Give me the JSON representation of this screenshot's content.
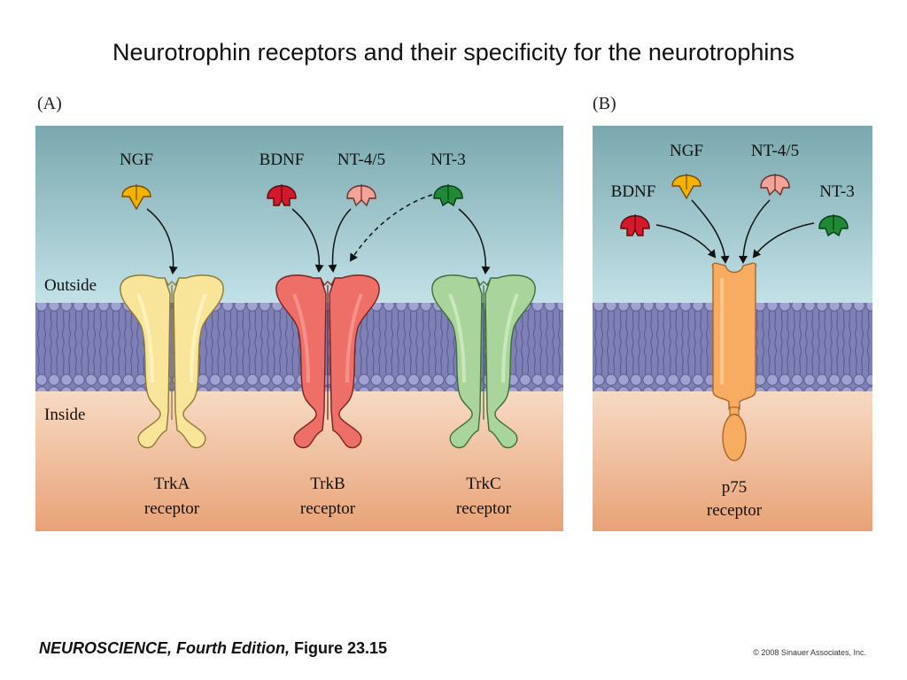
{
  "slide": {
    "title": "Neurotrophin receptors and their specificity for the neurotrophins"
  },
  "panel_a": {
    "letter": "(A)",
    "outside_label": "Outside",
    "inside_label": "Inside",
    "ligands": [
      {
        "id": "ngf",
        "label": "NGF",
        "color": "#f2b400"
      },
      {
        "id": "bdnf",
        "label": "BDNF",
        "color": "#d4192c"
      },
      {
        "id": "nt45",
        "label": "NT-4/5",
        "color": "#f4a39a"
      },
      {
        "id": "nt3",
        "label": "NT-3",
        "color": "#1e8a35"
      }
    ],
    "receptors": [
      {
        "id": "trka",
        "line1": "TrkA",
        "line2": "receptor",
        "color": "#f9e59a"
      },
      {
        "id": "trkb",
        "line1": "TrkB",
        "line2": "receptor",
        "color": "#ee6e68"
      },
      {
        "id": "trkc",
        "line1": "TrkC",
        "line2": "receptor",
        "color": "#a9d49c"
      }
    ]
  },
  "panel_b": {
    "letter": "(B)",
    "ligands": [
      {
        "id": "ngf",
        "label": "NGF",
        "color": "#f2b400"
      },
      {
        "id": "nt45",
        "label": "NT-4/5",
        "color": "#f4a39a"
      },
      {
        "id": "bdnf",
        "label": "BDNF",
        "color": "#d4192c"
      },
      {
        "id": "nt3",
        "label": "NT-3",
        "color": "#1e8a35"
      }
    ],
    "receptor": {
      "id": "p75",
      "line1": "p75",
      "line2": "receptor",
      "color": "#f7ac62"
    }
  },
  "footer": {
    "book_title": "NEUROSCIENCE, Fourth Edition,",
    "figure": "Figure 23.15",
    "copyright": "© 2008 Sinauer Associates, Inc."
  },
  "colors": {
    "outside_top": "#79a8ae",
    "outside_bottom": "#bfe0e6",
    "inside_top": "#f6d7bf",
    "inside_bottom": "#e9a57c",
    "membrane": "#8e90c2",
    "lipid_head": "#9a9cca"
  }
}
